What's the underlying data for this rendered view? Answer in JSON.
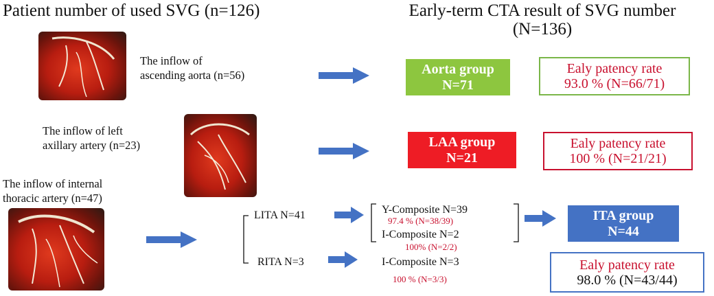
{
  "headers": {
    "left": "Patient number of used SVG (n=126)",
    "right_line1": "Early-term CTA result of SVG number",
    "right_line2": "(N=136)"
  },
  "inflows": {
    "aorta": {
      "line1": "The inflow of",
      "line2": "ascending aorta (n=56)"
    },
    "laa": {
      "line1": "The inflow of left",
      "line2": "axillary artery  (n=23)"
    },
    "ita": {
      "line1": "The inflow of internal",
      "line2": "thoracic artery (n=47)"
    }
  },
  "groups": {
    "aorta": {
      "name": "Aorta group",
      "n": "N=71",
      "color": "#8dc63f",
      "rate_label": "Ealy patency rate",
      "rate_value": "93.0 % (N=66/71)",
      "border": "#7ab648"
    },
    "laa": {
      "name": "LAA group",
      "n": "N=21",
      "color": "#ee1c25",
      "rate_label": "Ealy patency rate",
      "rate_value": "100 % (N=21/21)",
      "border": "#c8102e"
    },
    "ita": {
      "name": "ITA group",
      "n": "N=44",
      "color": "#4472c4",
      "rate_label": "Ealy patency rate",
      "rate_value": "98.0 % (N=43/44)",
      "border": "#4472c4"
    }
  },
  "ita_detail": {
    "lita": "LITA N=41",
    "rita": "RITA N=3",
    "y_composite": "Y-Composite N=39",
    "y_rate": "97.4 % (N=38/39)",
    "i_composite_lita": "I-Composite N=2",
    "i_rate_lita": "100% (N=2/2)",
    "i_composite_rita": "I-Composite N=3",
    "i_rate_rita": "100 % (N=3/3)"
  },
  "colors": {
    "arrow": "#4472c4",
    "accent_red": "#c8102e"
  }
}
